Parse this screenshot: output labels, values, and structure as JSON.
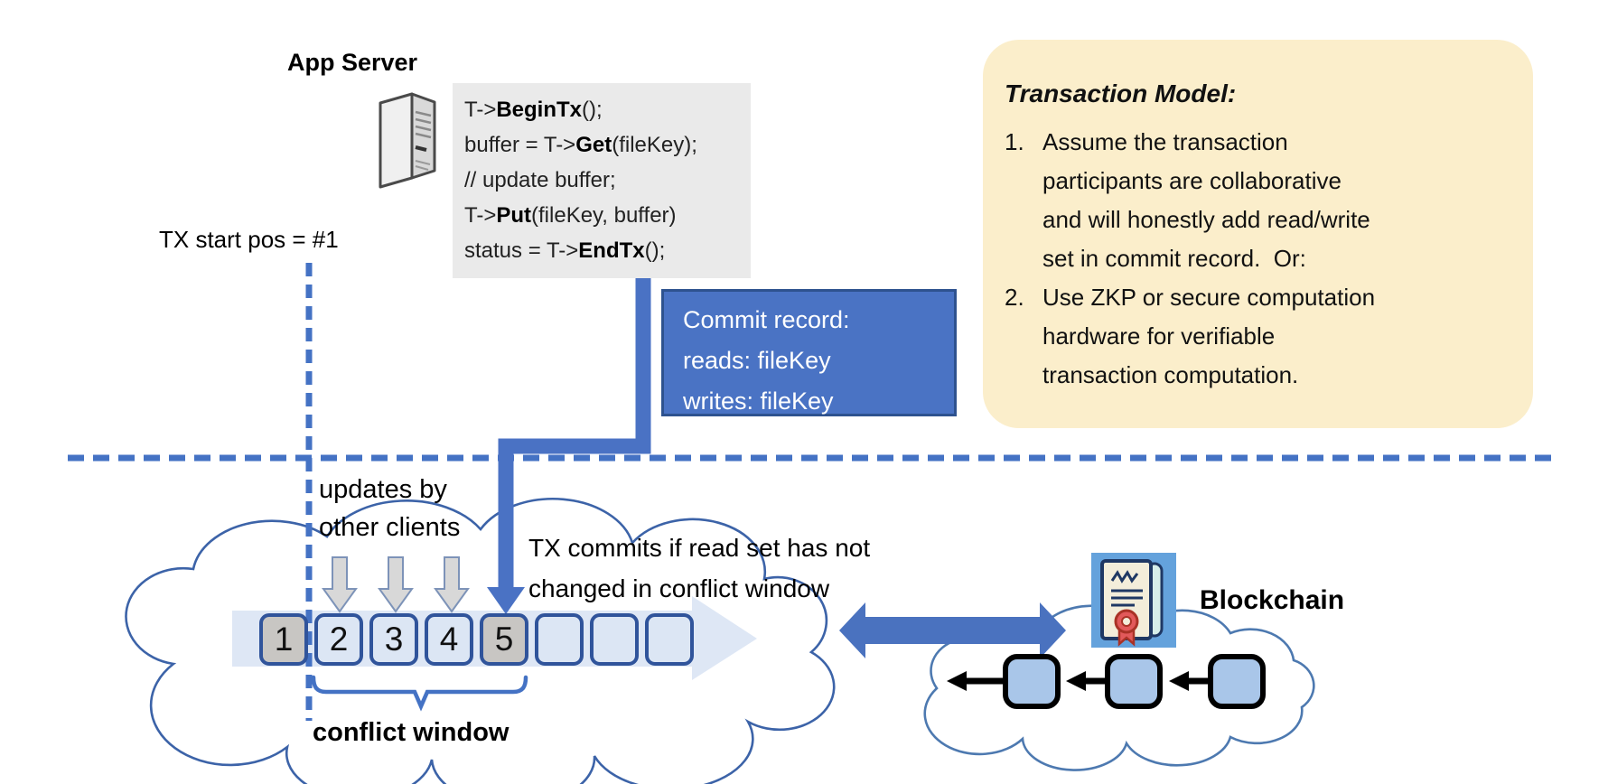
{
  "app_server": {
    "label": "App Server"
  },
  "code_block": {
    "lines": [
      {
        "pre": "T->",
        "bold": "BeginTx",
        "post": "();"
      },
      {
        "pre": "buffer = T->",
        "bold": "Get",
        "post": "(fileKey);"
      },
      {
        "pre": "// update buffer;",
        "bold": "",
        "post": ""
      },
      {
        "pre": "T->",
        "bold": "Put",
        "post": "(fileKey, buffer)"
      },
      {
        "pre": "status = T->",
        "bold": "EndTx",
        "post": "();"
      }
    ]
  },
  "tx_start": {
    "label": "TX start pos = #1"
  },
  "commit_record": {
    "lines": [
      "Commit record:",
      "reads: fileKey",
      "writes: fileKey"
    ]
  },
  "transaction_model": {
    "title": "Transaction Model:",
    "items": [
      {
        "num": "1.",
        "lines": [
          "Assume the transaction",
          "participants are collaborative",
          "and will honestly add read/write",
          "set in commit record.  Or:"
        ]
      },
      {
        "num": "2.",
        "lines": [
          "Use ZKP or secure computation",
          "hardware for verifiable",
          "transaction computation."
        ]
      }
    ]
  },
  "ledger": {
    "updates_label_lines": [
      "updates by",
      "other clients"
    ],
    "commit_note_lines": [
      "TX commits if read set has not",
      "changed in conflict window"
    ],
    "conflict_window_label": "conflict window",
    "blocks": [
      {
        "label": "1",
        "shaded": true
      },
      {
        "label": "2",
        "shaded": false
      },
      {
        "label": "3",
        "shaded": false
      },
      {
        "label": "4",
        "shaded": false
      },
      {
        "label": "5",
        "shaded": true
      },
      {
        "label": "",
        "shaded": false
      },
      {
        "label": "",
        "shaded": false
      },
      {
        "label": "",
        "shaded": false
      }
    ]
  },
  "blockchain": {
    "label": "Blockchain"
  },
  "icons": {
    "server": "app-server-tower-icon",
    "certificate": "blockchain-certificate-icon",
    "update_arrows": "gray-down-arrow",
    "commit_arrow": "blue-elbow-down-arrow",
    "sync_arrow": "double-headed-arrow"
  },
  "colors": {
    "accent_blue": "#4472c4",
    "commit_box_fill": "#4a73c4",
    "commit_box_border": "#2e528f",
    "note_fill": "#fbeecb",
    "code_bg": "#eaeaea",
    "block_border": "#30549b",
    "block_fill_light": "#dce6f4",
    "block_fill_shaded": "#c8c6c3",
    "band_fill": "#dbe5f4",
    "cloud_stroke": "#3c63a8",
    "chain_block_fill": "#a9c6e9",
    "seal_red": "#e2595a"
  }
}
